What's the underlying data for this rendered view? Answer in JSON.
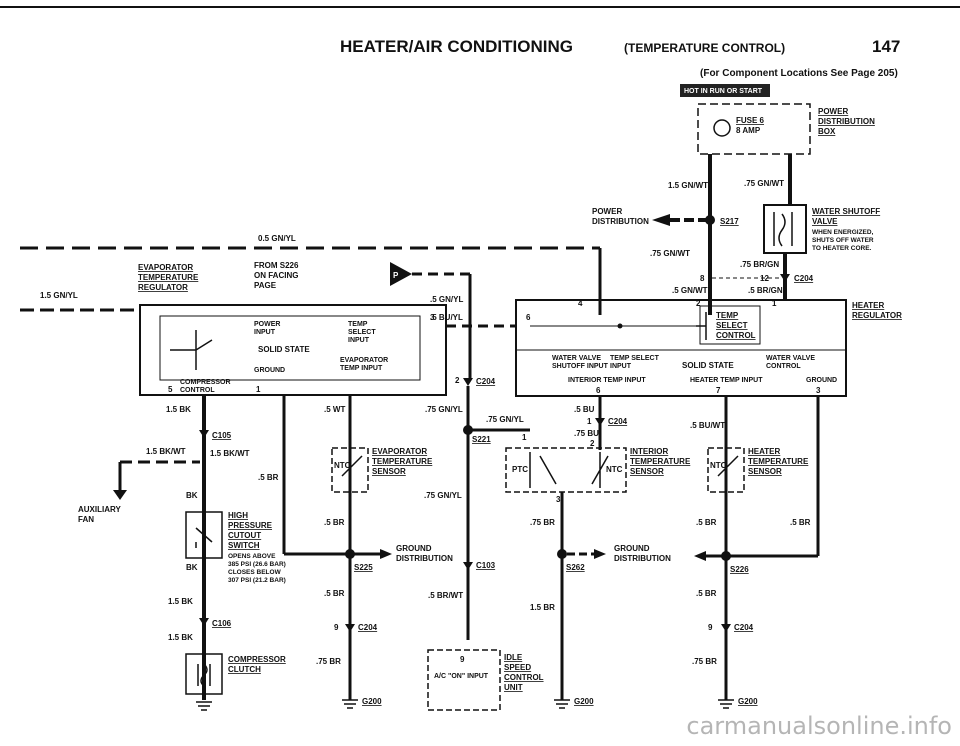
{
  "header": {
    "title": "HEATER/AIR CONDITIONING",
    "subtitle": "(TEMPERATURE CONTROL)",
    "page_number": "147",
    "component_note": "(For Component Locations See Page 205)"
  },
  "badge": "HOT IN RUN OR START",
  "fuse": {
    "name": "FUSE 6",
    "rating": "8 AMP"
  },
  "power_box": [
    "POWER",
    "DISTRIBUTION",
    "BOX"
  ],
  "power_distribution": [
    "POWER",
    "DISTRIBUTION"
  ],
  "splice_s217": "S217",
  "wires": {
    "w_15gnwt": "1.5 GN/WT",
    "w_75gnwt_top": ".75 GN/WT",
    "w_75gnwt_mid": ".75 GN/WT",
    "w_5gnwt": ".5 GN/WT",
    "w_75brgn": ".75 BR/GN",
    "w_5brgn": ".5 BR/GN",
    "w_05gnyl": "0.5 GN/YL",
    "w_15gnyl": "1.5 GN/YL",
    "w_5gnyl": ".5 GN/YL",
    "w_5buyl": ".5 BU/YL",
    "w_75gnyl_a": ".75 GN/YL",
    "w_75gnyl_b": ".75 GN/YL",
    "w_75gnyl_c": ".75 GN/YL",
    "w_15bk": "1.5 BK",
    "w_15bkwt_a": "1.5 BK/WT",
    "w_15bkwt_b": "1.5 BK/WT",
    "w_bk_a": "BK",
    "w_bk_b": "BK",
    "w_15bk_b": "1.5 BK",
    "w_15bk_c": "1.5 BK",
    "w_5br_a": ".5 BR",
    "w_5br_b": ".5 BR",
    "w_5br_c": ".5 BR",
    "w_5br_d": ".5 BR",
    "w_5br_e": ".5 BR",
    "w_5br_f": ".5 BR",
    "w_75br_a": ".75 BR",
    "w_75br_b": ".75 BR",
    "w_75br_c": ".75 BR",
    "w_15br": "1.5 BR",
    "w_5wt": ".5 WT",
    "w_5bu": ".5 BU",
    "w_75bu": ".75 BU",
    "w_5buwt": ".5 BU/WT",
    "w_5brwt": ".5 BR/WT"
  },
  "water_valve": [
    "WATER SHUTOFF",
    "VALVE",
    "WHEN ENERGIZED,",
    "SHUTS OFF WATER",
    "TO HEATER CORE."
  ],
  "c204": "C204",
  "c204_b": "C204",
  "c204_c": "C204",
  "c204_d": "C204",
  "c204_e": "C204",
  "pins": {
    "p12": "12",
    "p8": "8",
    "p2": "2",
    "p1": "1",
    "p4": "4",
    "p6": "6",
    "p3": "3",
    "p5": "5",
    "p1b": "1",
    "p2b": "2",
    "p6b": "6",
    "p7": "7",
    "p3b": "3",
    "p2c": "2",
    "p1c": "1",
    "p9": "9",
    "p9b": "9",
    "p9c": "9",
    "p3c": "3",
    "p1d": "1"
  },
  "heater_regulator": {
    "label": [
      "HEATER",
      "REGULATOR"
    ],
    "temp_select": [
      "TEMP",
      "SELECT",
      "CONTROL"
    ],
    "water_valve_input": [
      "WATER VALVE",
      "SHUTOFF INPUT"
    ],
    "temp_select_input": [
      "TEMP SELECT",
      "INPUT"
    ],
    "solid_state": "SOLID STATE",
    "water_valve_control": [
      "WATER VALVE",
      "CONTROL"
    ],
    "interior_temp_input": "INTERIOR TEMP INPUT",
    "heater_temp_input": "HEATER TEMP INPUT",
    "ground": "GROUND"
  },
  "evap_regulator": {
    "label": [
      "EVAPORATOR",
      "TEMPERATURE",
      "REGULATOR"
    ],
    "power_input": [
      "POWER",
      "INPUT"
    ],
    "temp_select_input": [
      "TEMP",
      "SELECT",
      "INPUT"
    ],
    "solid_state": "SOLID STATE",
    "ground": "GROUND",
    "evap_temp_input": [
      "EVAPORATOR",
      "TEMP INPUT"
    ],
    "compressor_control": [
      "COMPRESSOR",
      "CONTROL"
    ]
  },
  "from_s226": [
    "FROM S226",
    "ON FACING",
    "PAGE"
  ],
  "page_ref": "P",
  "c105": "C105",
  "c106": "C106",
  "c103": "C103",
  "auxiliary_fan": [
    "AUXILIARY",
    "FAN"
  ],
  "high_pressure": [
    "HIGH",
    "PRESSURE",
    "CUTOUT",
    "SWITCH",
    "OPENS ABOVE",
    "385 PSI (26.6 BAR)",
    "CLOSES BELOW",
    "307 PSI (21.2 BAR)"
  ],
  "compressor_clutch": [
    "COMPRESSOR",
    "CLUTCH"
  ],
  "evap_sensor": [
    "EVAPORATOR",
    "TEMPERATURE",
    "SENSOR"
  ],
  "interior_sensor": [
    "INTERIOR",
    "TEMPERATURE",
    "SENSOR"
  ],
  "heater_sensor": [
    "HEATER",
    "TEMPERATURE",
    "SENSOR"
  ],
  "ntc": "NTC",
  "ntc_b": "NTC",
  "ntc_c": "NTC",
  "ptc": "PTC",
  "s221": "S221",
  "s225": "S225",
  "s262": "S262",
  "s226": "S226",
  "ground_dist_a": [
    "GROUND",
    "DISTRIBUTION"
  ],
  "ground_dist_b": [
    "GROUND",
    "DISTRIBUTION"
  ],
  "g200_a": "G200",
  "g200_b": "G200",
  "g200_c": "G200",
  "idle_speed": {
    "input": "A/C \"ON\" INPUT",
    "label": [
      "IDLE",
      "SPEED",
      "CONTROL",
      "UNIT"
    ]
  },
  "watermark": "carmanualsonline.info"
}
